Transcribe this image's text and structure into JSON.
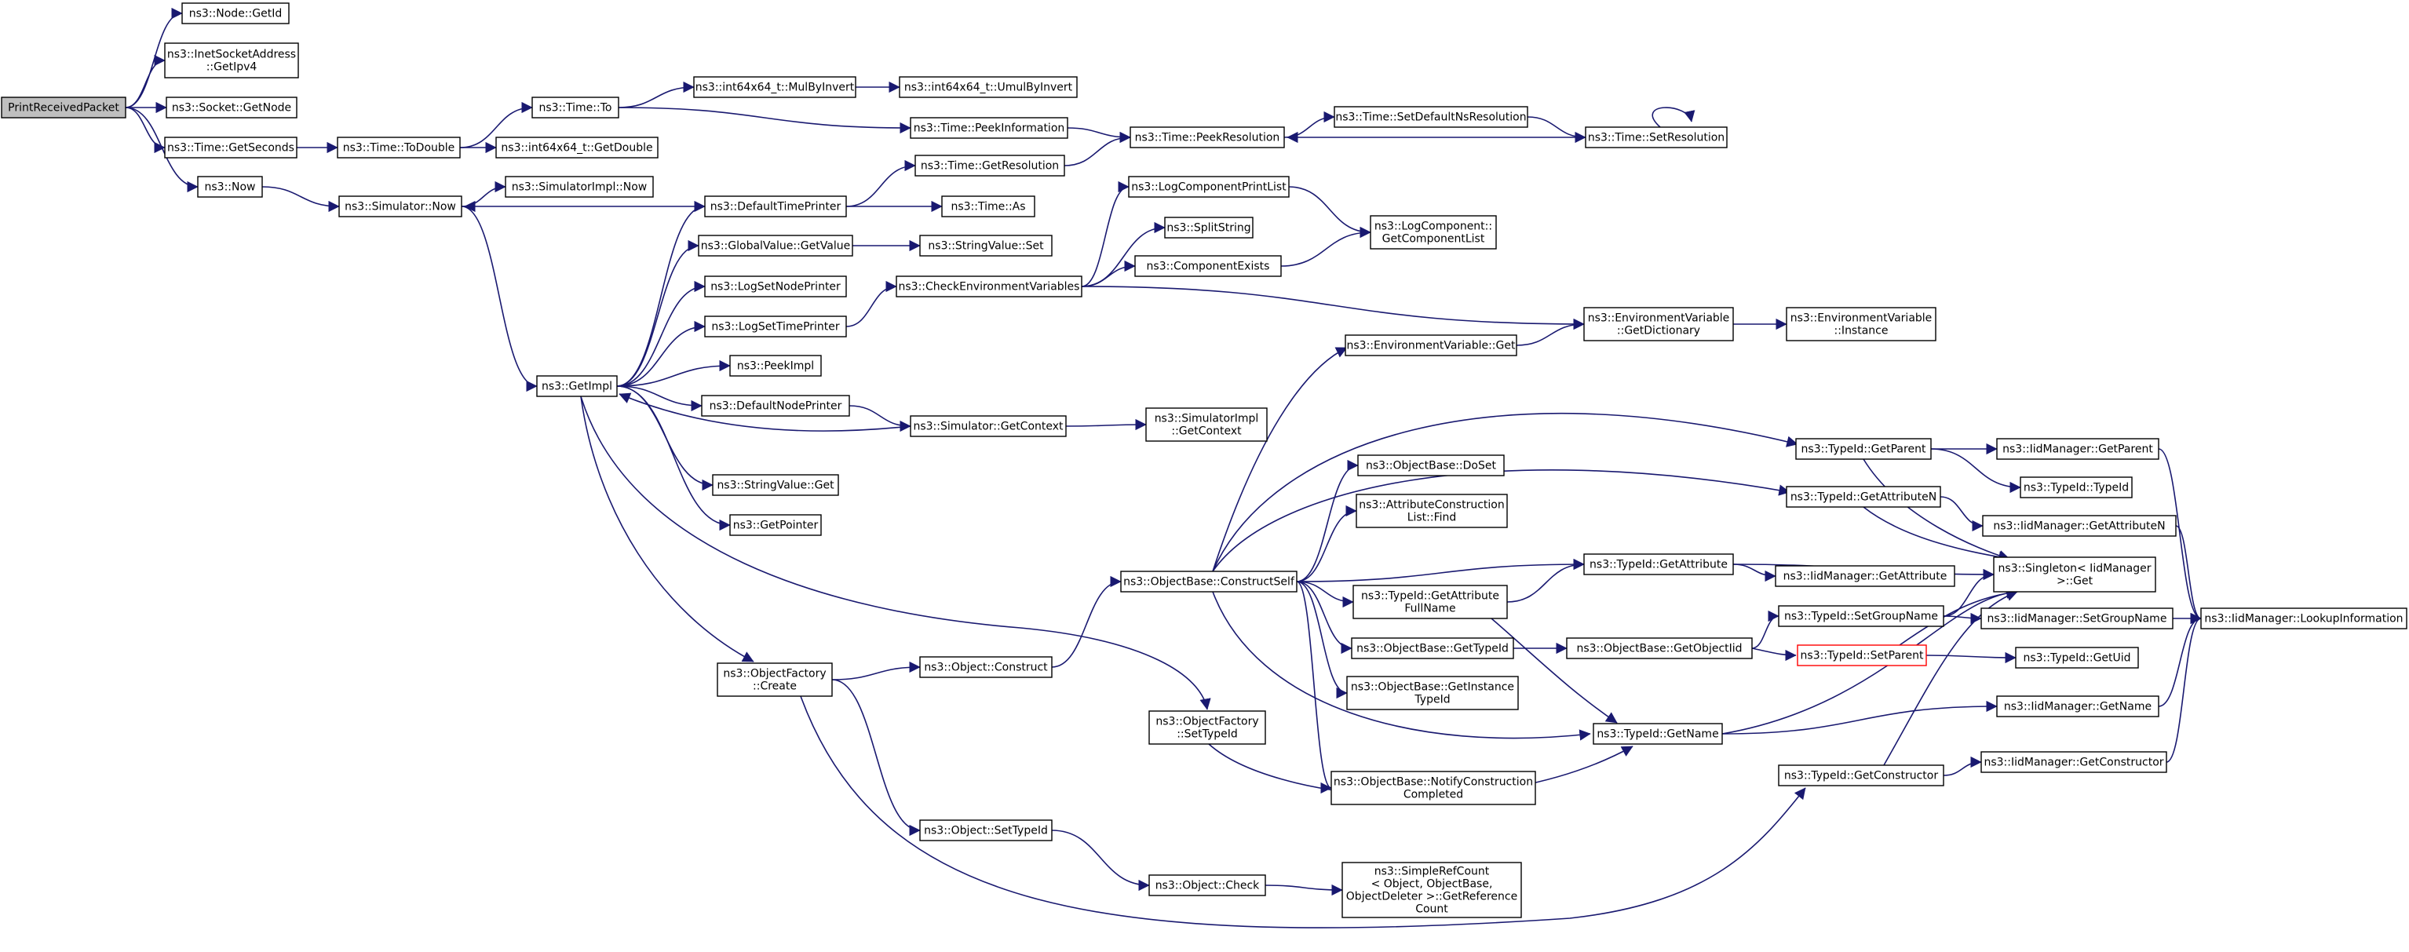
{
  "nodes": [
    {
      "id": "printreceivedpacket",
      "lines": [
        "PrintReceivedPacket"
      ],
      "style": "root"
    },
    {
      "id": "node-getid",
      "lines": [
        "ns3::Node::GetId"
      ]
    },
    {
      "id": "inetsocketaddress-getipv4",
      "lines": [
        "ns3::InetSocketAddress",
        "::GetIpv4"
      ]
    },
    {
      "id": "socket-getnode",
      "lines": [
        "ns3::Socket::GetNode"
      ]
    },
    {
      "id": "time-getseconds",
      "lines": [
        "ns3::Time::GetSeconds"
      ]
    },
    {
      "id": "ns3-now",
      "lines": [
        "ns3::Now"
      ]
    },
    {
      "id": "time-todouble",
      "lines": [
        "ns3::Time::ToDouble"
      ]
    },
    {
      "id": "time-to",
      "lines": [
        "ns3::Time::To"
      ]
    },
    {
      "id": "int64x64-getdouble",
      "lines": [
        "ns3::int64x64_t::GetDouble"
      ]
    },
    {
      "id": "int64x64-mulbyinvert",
      "lines": [
        "ns3::int64x64_t::MulByInvert"
      ]
    },
    {
      "id": "int64x64-umulbyinvert",
      "lines": [
        "ns3::int64x64_t::UmulByInvert"
      ]
    },
    {
      "id": "time-peekinformation",
      "lines": [
        "ns3::Time::PeekInformation"
      ]
    },
    {
      "id": "time-peekresolution",
      "lines": [
        "ns3::Time::PeekResolution"
      ]
    },
    {
      "id": "time-setdefaultnsresolution",
      "lines": [
        "ns3::Time::SetDefaultNsResolution"
      ]
    },
    {
      "id": "time-setresolution",
      "lines": [
        "ns3::Time::SetResolution"
      ]
    },
    {
      "id": "simulator-now",
      "lines": [
        "ns3::Simulator::Now"
      ]
    },
    {
      "id": "simulatorimpl-now",
      "lines": [
        "ns3::SimulatorImpl::Now"
      ]
    },
    {
      "id": "defaulttimeprinter",
      "lines": [
        "ns3::DefaultTimePrinter"
      ]
    },
    {
      "id": "time-getresolution",
      "lines": [
        "ns3::Time::GetResolution"
      ]
    },
    {
      "id": "time-as",
      "lines": [
        "ns3::Time::As"
      ]
    },
    {
      "id": "globalvalue-getvalue",
      "lines": [
        "ns3::GlobalValue::GetValue"
      ]
    },
    {
      "id": "stringvalue-set",
      "lines": [
        "ns3::StringValue::Set"
      ]
    },
    {
      "id": "logsetnodeprinter",
      "lines": [
        "ns3::LogSetNodePrinter"
      ]
    },
    {
      "id": "logsettimeprinter",
      "lines": [
        "ns3::LogSetTimePrinter"
      ]
    },
    {
      "id": "checkenvironmentvariables",
      "lines": [
        "ns3::CheckEnvironmentVariables"
      ]
    },
    {
      "id": "logcomponentprintlist",
      "lines": [
        "ns3::LogComponentPrintList"
      ]
    },
    {
      "id": "splitstring",
      "lines": [
        "ns3::SplitString"
      ]
    },
    {
      "id": "componentexists",
      "lines": [
        "ns3::ComponentExists"
      ]
    },
    {
      "id": "logcomponent-getcomponentlist",
      "lines": [
        "ns3::LogComponent::",
        "GetComponentList"
      ]
    },
    {
      "id": "environmentvariable-getdictionary",
      "lines": [
        "ns3::EnvironmentVariable",
        "::GetDictionary"
      ]
    },
    {
      "id": "environmentvariable-instance",
      "lines": [
        "ns3::EnvironmentVariable",
        "::Instance"
      ]
    },
    {
      "id": "environmentvariable-get",
      "lines": [
        "ns3::EnvironmentVariable::Get"
      ]
    },
    {
      "id": "getimpl",
      "lines": [
        "ns3::GetImpl"
      ]
    },
    {
      "id": "peekimpl",
      "lines": [
        "ns3::PeekImpl"
      ]
    },
    {
      "id": "defaultnodeprinter",
      "lines": [
        "ns3::DefaultNodePrinter"
      ]
    },
    {
      "id": "simulator-getcontext",
      "lines": [
        "ns3::Simulator::GetContext"
      ]
    },
    {
      "id": "simulatorimpl-getcontext",
      "lines": [
        "ns3::SimulatorImpl",
        "::GetContext"
      ]
    },
    {
      "id": "stringvalue-get",
      "lines": [
        "ns3::StringValue::Get"
      ]
    },
    {
      "id": "getpointer",
      "lines": [
        "ns3::GetPointer"
      ]
    },
    {
      "id": "objectfactory-create",
      "lines": [
        "ns3::ObjectFactory",
        "::Create"
      ]
    },
    {
      "id": "object-construct",
      "lines": [
        "ns3::Object::Construct"
      ]
    },
    {
      "id": "object-settypeid",
      "lines": [
        "ns3::Object::SetTypeId"
      ]
    },
    {
      "id": "object-check",
      "lines": [
        "ns3::Object::Check"
      ]
    },
    {
      "id": "simplerefcount-getreferencecount",
      "lines": [
        "ns3::SimpleRefCount",
        "< Object, ObjectBase,",
        "ObjectDeleter >::GetReference",
        "Count"
      ]
    },
    {
      "id": "objectbase-constructself",
      "lines": [
        "ns3::ObjectBase::ConstructSelf"
      ]
    },
    {
      "id": "objectfactory-settypeid",
      "lines": [
        "ns3::ObjectFactory",
        "::SetTypeId"
      ]
    },
    {
      "id": "objectbase-doset",
      "lines": [
        "ns3::ObjectBase::DoSet"
      ]
    },
    {
      "id": "attributeconstructionlist-find",
      "lines": [
        "ns3::AttributeConstruction",
        "List::Find"
      ]
    },
    {
      "id": "typeid-getattributefullname",
      "lines": [
        "ns3::TypeId::GetAttribute",
        "FullName"
      ]
    },
    {
      "id": "objectbase-gettypeid",
      "lines": [
        "ns3::ObjectBase::GetTypeId"
      ]
    },
    {
      "id": "objectbase-getinstancetypeid",
      "lines": [
        "ns3::ObjectBase::GetInstance",
        "TypeId"
      ]
    },
    {
      "id": "objectbase-notifyconstructioncompleted",
      "lines": [
        "ns3::ObjectBase::NotifyConstruction",
        "Completed"
      ]
    },
    {
      "id": "typeid-getattribute",
      "lines": [
        "ns3::TypeId::GetAttribute"
      ]
    },
    {
      "id": "objectbase-getobjectiid",
      "lines": [
        "ns3::ObjectBase::GetObjectIid"
      ]
    },
    {
      "id": "typeid-getname",
      "lines": [
        "ns3::TypeId::GetName"
      ]
    },
    {
      "id": "typeid-getparent",
      "lines": [
        "ns3::TypeId::GetParent"
      ]
    },
    {
      "id": "typeid-getattributen",
      "lines": [
        "ns3::TypeId::GetAttributeN"
      ]
    },
    {
      "id": "typeid-setgroupname",
      "lines": [
        "ns3::TypeId::SetGroupName"
      ]
    },
    {
      "id": "typeid-setparent",
      "lines": [
        "ns3::TypeId::SetParent"
      ],
      "style": "red"
    },
    {
      "id": "typeid-getconstructor",
      "lines": [
        "ns3::TypeId::GetConstructor"
      ]
    },
    {
      "id": "iidmanager-getparent",
      "lines": [
        "ns3::IidManager::GetParent"
      ]
    },
    {
      "id": "typeid-typeid",
      "lines": [
        "ns3::TypeId::TypeId"
      ]
    },
    {
      "id": "iidmanager-getattributen",
      "lines": [
        "ns3::IidManager::GetAttributeN"
      ]
    },
    {
      "id": "singleton-iidmanager-get",
      "lines": [
        "ns3::Singleton< IidManager",
        ">::Get"
      ]
    },
    {
      "id": "iidmanager-getattribute",
      "lines": [
        "ns3::IidManager::GetAttribute"
      ]
    },
    {
      "id": "iidmanager-setgroupname",
      "lines": [
        "ns3::IidManager::SetGroupName"
      ]
    },
    {
      "id": "typeid-getuid",
      "lines": [
        "ns3::TypeId::GetUid"
      ]
    },
    {
      "id": "iidmanager-getname",
      "lines": [
        "ns3::IidManager::GetName"
      ]
    },
    {
      "id": "iidmanager-getconstructor",
      "lines": [
        "ns3::IidManager::GetConstructor"
      ]
    },
    {
      "id": "iidmanager-lookupinformation",
      "lines": [
        "ns3::IidManager::LookupInformation"
      ]
    }
  ],
  "edges": [
    [
      "printreceivedpacket",
      "node-getid"
    ],
    [
      "printreceivedpacket",
      "inetsocketaddress-getipv4"
    ],
    [
      "printreceivedpacket",
      "socket-getnode"
    ],
    [
      "printreceivedpacket",
      "time-getseconds"
    ],
    [
      "printreceivedpacket",
      "ns3-now"
    ],
    [
      "time-getseconds",
      "time-todouble"
    ],
    [
      "time-todouble",
      "time-to"
    ],
    [
      "time-todouble",
      "int64x64-getdouble"
    ],
    [
      "time-to",
      "int64x64-mulbyinvert"
    ],
    [
      "time-to",
      "time-peekinformation"
    ],
    [
      "int64x64-mulbyinvert",
      "int64x64-umulbyinvert"
    ],
    [
      "time-peekinformation",
      "time-peekresolution"
    ],
    [
      "time-peekresolution",
      "time-setdefaultnsresolution"
    ],
    [
      "time-setdefaultnsresolution",
      "time-setresolution"
    ],
    [
      "time-setresolution",
      "time-peekresolution"
    ],
    [
      "time-setresolution",
      "time-setresolution"
    ],
    [
      "ns3-now",
      "simulator-now"
    ],
    [
      "simulator-now",
      "simulatorimpl-now"
    ],
    [
      "simulator-now",
      "getimpl"
    ],
    [
      "defaulttimeprinter",
      "simulator-now"
    ],
    [
      "defaulttimeprinter",
      "time-getresolution"
    ],
    [
      "defaulttimeprinter",
      "time-as"
    ],
    [
      "time-getresolution",
      "time-peekresolution"
    ],
    [
      "getimpl",
      "defaulttimeprinter"
    ],
    [
      "getimpl",
      "globalvalue-getvalue"
    ],
    [
      "getimpl",
      "logsetnodeprinter"
    ],
    [
      "getimpl",
      "logsettimeprinter"
    ],
    [
      "getimpl",
      "peekimpl"
    ],
    [
      "getimpl",
      "defaultnodeprinter"
    ],
    [
      "getimpl",
      "stringvalue-get"
    ],
    [
      "getimpl",
      "getpointer"
    ],
    [
      "getimpl",
      "objectfactory-create"
    ],
    [
      "getimpl",
      "objectfactory-settypeid"
    ],
    [
      "globalvalue-getvalue",
      "stringvalue-set"
    ],
    [
      "logsettimeprinter",
      "checkenvironmentvariables"
    ],
    [
      "checkenvironmentvariables",
      "logcomponentprintlist"
    ],
    [
      "checkenvironmentvariables",
      "splitstring"
    ],
    [
      "checkenvironmentvariables",
      "componentexists"
    ],
    [
      "checkenvironmentvariables",
      "environmentvariable-getdictionary"
    ],
    [
      "logcomponentprintlist",
      "logcomponent-getcomponentlist"
    ],
    [
      "componentexists",
      "logcomponent-getcomponentlist"
    ],
    [
      "environmentvariable-getdictionary",
      "environmentvariable-instance"
    ],
    [
      "environmentvariable-get",
      "environmentvariable-getdictionary"
    ],
    [
      "defaultnodeprinter",
      "simulator-getcontext"
    ],
    [
      "simulator-getcontext",
      "getimpl"
    ],
    [
      "simulator-getcontext",
      "simulatorimpl-getcontext"
    ],
    [
      "objectfactory-create",
      "object-construct"
    ],
    [
      "objectfactory-create",
      "object-settypeid"
    ],
    [
      "objectfactory-create",
      "typeid-getconstructor"
    ],
    [
      "object-construct",
      "objectbase-constructself"
    ],
    [
      "object-settypeid",
      "object-check"
    ],
    [
      "object-check",
      "simplerefcount-getreferencecount"
    ],
    [
      "objectbase-constructself",
      "environmentvariable-get"
    ],
    [
      "objectbase-constructself",
      "typeid-getparent"
    ],
    [
      "objectbase-constructself",
      "typeid-getattributen"
    ],
    [
      "objectbase-constructself",
      "objectbase-doset"
    ],
    [
      "objectbase-constructself",
      "attributeconstructionlist-find"
    ],
    [
      "objectbase-constructself",
      "typeid-getattribute"
    ],
    [
      "objectbase-constructself",
      "typeid-getattributefullname"
    ],
    [
      "objectbase-constructself",
      "objectbase-gettypeid"
    ],
    [
      "objectbase-constructself",
      "objectbase-getinstancetypeid"
    ],
    [
      "objectbase-constructself",
      "objectbase-notifyconstructioncompleted"
    ],
    [
      "objectbase-constructself",
      "typeid-getname"
    ],
    [
      "objectfactory-settypeid",
      "typeid-getname"
    ],
    [
      "typeid-getattributefullname",
      "typeid-getattribute"
    ],
    [
      "typeid-getattributefullname",
      "typeid-getname"
    ],
    [
      "objectbase-gettypeid",
      "objectbase-getobjectiid"
    ],
    [
      "objectbase-getobjectiid",
      "typeid-setgroupname"
    ],
    [
      "objectbase-getobjectiid",
      "typeid-setparent"
    ],
    [
      "typeid-getattribute",
      "singleton-iidmanager-get"
    ],
    [
      "typeid-getattribute",
      "iidmanager-getattribute"
    ],
    [
      "typeid-getname",
      "singleton-iidmanager-get"
    ],
    [
      "typeid-getname",
      "iidmanager-getname"
    ],
    [
      "typeid-getparent",
      "iidmanager-getparent"
    ],
    [
      "typeid-getparent",
      "typeid-typeid"
    ],
    [
      "typeid-getparent",
      "singleton-iidmanager-get"
    ],
    [
      "typeid-getattributen",
      "iidmanager-getattributen"
    ],
    [
      "typeid-getattributen",
      "singleton-iidmanager-get"
    ],
    [
      "typeid-setgroupname",
      "singleton-iidmanager-get"
    ],
    [
      "typeid-setgroupname",
      "iidmanager-setgroupname"
    ],
    [
      "typeid-setparent",
      "singleton-iidmanager-get"
    ],
    [
      "typeid-setparent",
      "typeid-getuid"
    ],
    [
      "typeid-getconstructor",
      "singleton-iidmanager-get"
    ],
    [
      "typeid-getconstructor",
      "iidmanager-getconstructor"
    ],
    [
      "iidmanager-getparent",
      "iidmanager-lookupinformation"
    ],
    [
      "iidmanager-getattributen",
      "iidmanager-lookupinformation"
    ],
    [
      "iidmanager-setgroupname",
      "iidmanager-lookupinformation"
    ],
    [
      "iidmanager-getname",
      "iidmanager-lookupinformation"
    ],
    [
      "iidmanager-getconstructor",
      "iidmanager-lookupinformation"
    ]
  ]
}
